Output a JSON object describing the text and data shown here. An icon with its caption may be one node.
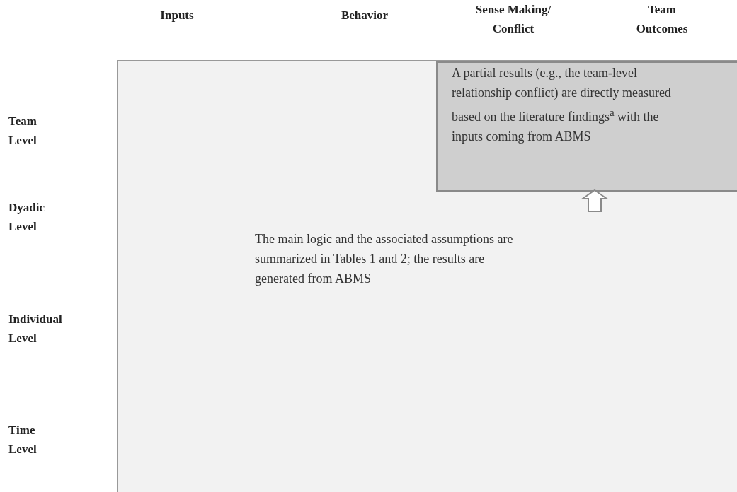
{
  "diagram": {
    "nodes": [
      {
        "text": [
          "The main logic and the associated assumptions are summarized in Tables 1 and 2; the results are generated from ABMS"
        ]
      },
      {
        "text": [
          "A partial results (e.g., the team-level relationship conflict) are directly measured based on the literature findings$^{a}$ with the inputs coming from ABMS"
        ],
        "in": 0
      }
    ],
    "edges": [
      {
        "from": null,
        "to": 1,
        "arrow": "to"
      }
    ],
    "labels": [
      "Inputs",
      "Behavior",
      "Sense Making/ Conflict",
      "Team Outcomes",
      "Team Level",
      "Dyadic Level",
      "Individual Level",
      "Time Level"
    ]
  }
}
